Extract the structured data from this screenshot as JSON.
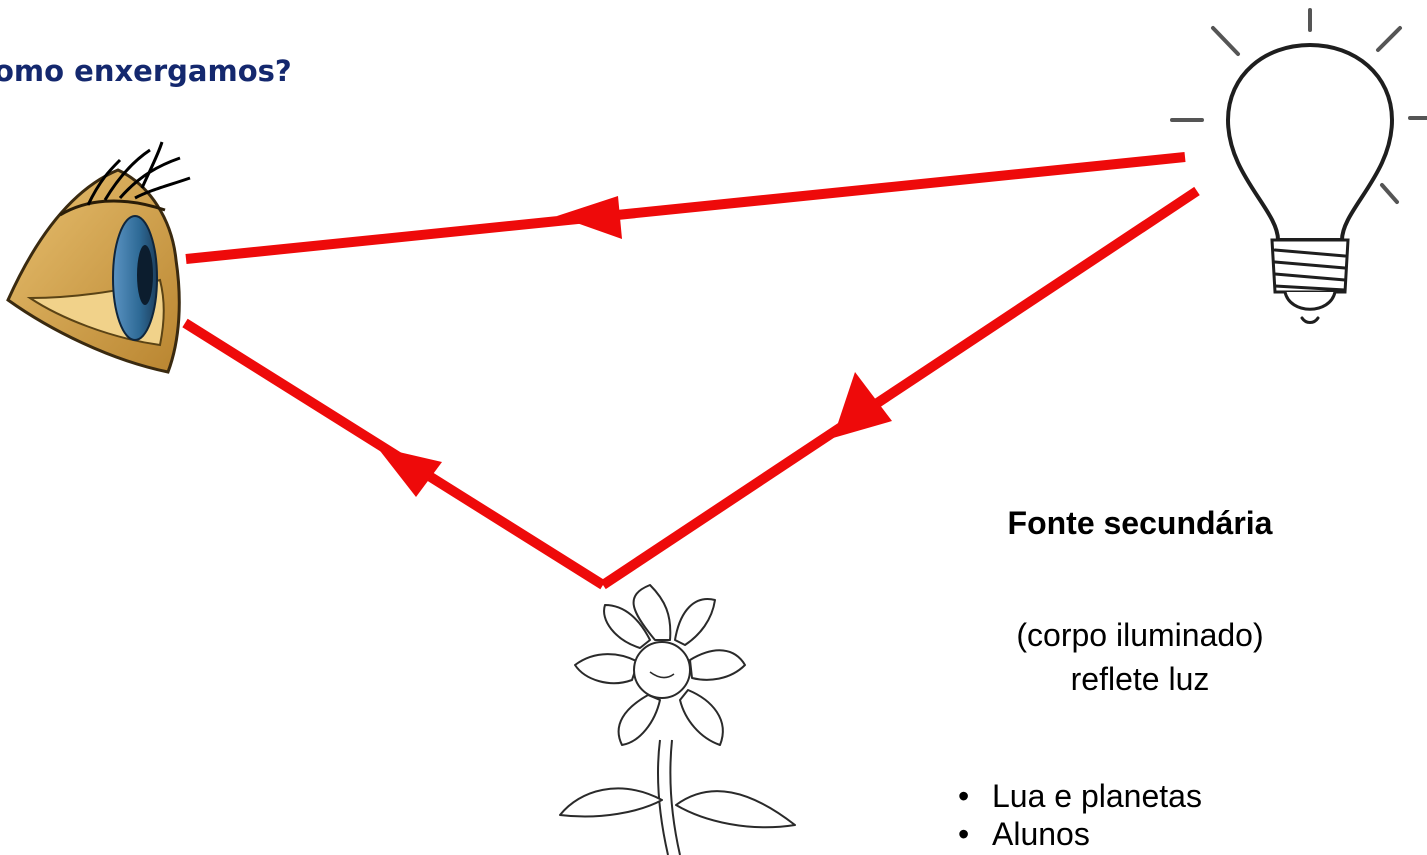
{
  "title": "omo enxergamos?",
  "secondary_source": {
    "heading": "Fonte secundária",
    "description_line1": "(corpo iluminado)",
    "description_line2": "reflete luz",
    "examples": [
      "Lua e planetas",
      "Alunos"
    ]
  },
  "colors": {
    "title": "#14286e",
    "ray": "#ee0a0a",
    "eye_iris": "#2e6a96",
    "eye_skin": "#d4a84a"
  },
  "icons": [
    "eye-icon",
    "light-bulb-icon",
    "flower-icon"
  ]
}
